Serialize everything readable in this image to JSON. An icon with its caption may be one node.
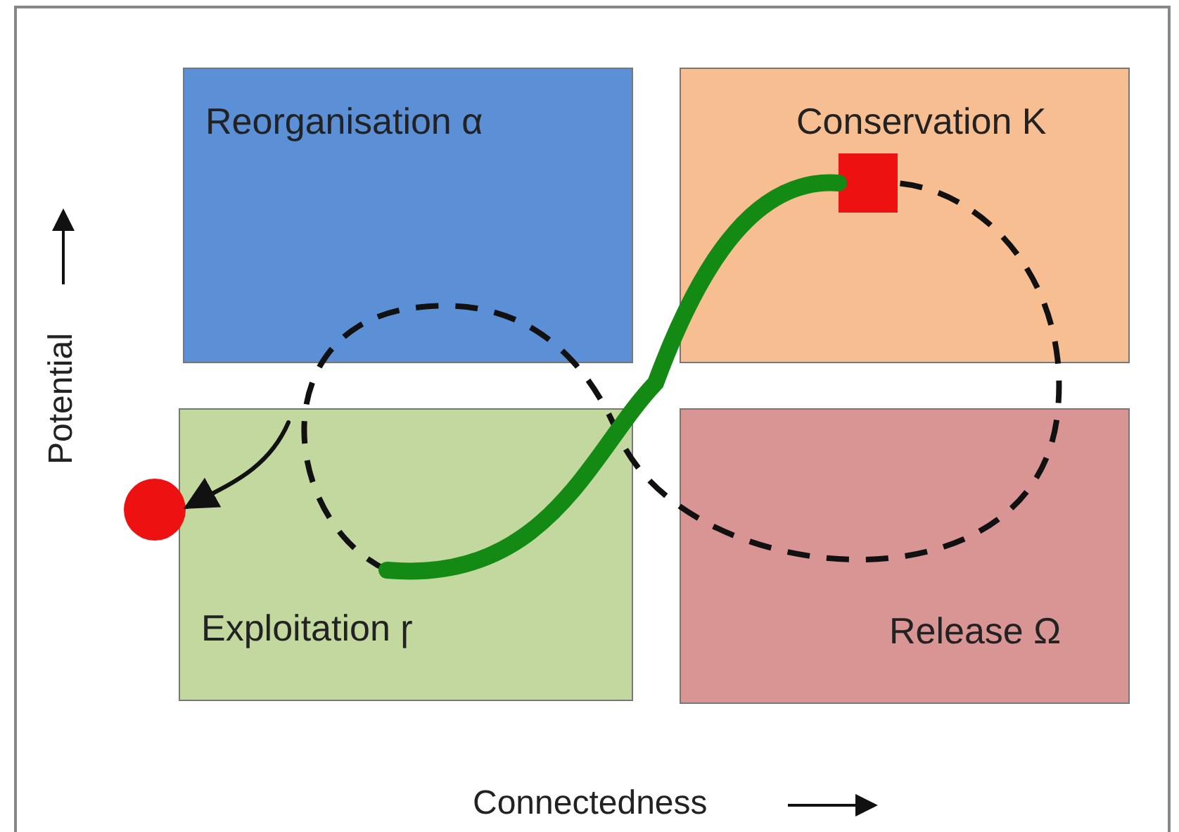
{
  "diagram": {
    "nodes": [
      {
        "text": [
          "Reorganisation α"
        ]
      },
      {
        "text": [
          "Conservation K"
        ]
      },
      {
        "text": [
          "Exploitation ɼ"
        ]
      },
      {
        "text": [
          "Release Ω"
        ]
      },
      {
        "text": [],
        "shape": "box",
        "in": 1
      },
      {
        "text": [],
        "shape": "circle"
      }
    ],
    "edges": [
      {
        "from": 2,
        "to": 4,
        "arrow": "none",
        "style": "thick",
        "color": "#138a13"
      },
      {
        "from": 2,
        "to": 5,
        "arrow": "to",
        "color": "#111111"
      }
    ],
    "labels": [
      "Potential",
      "Connectedness"
    ]
  }
}
